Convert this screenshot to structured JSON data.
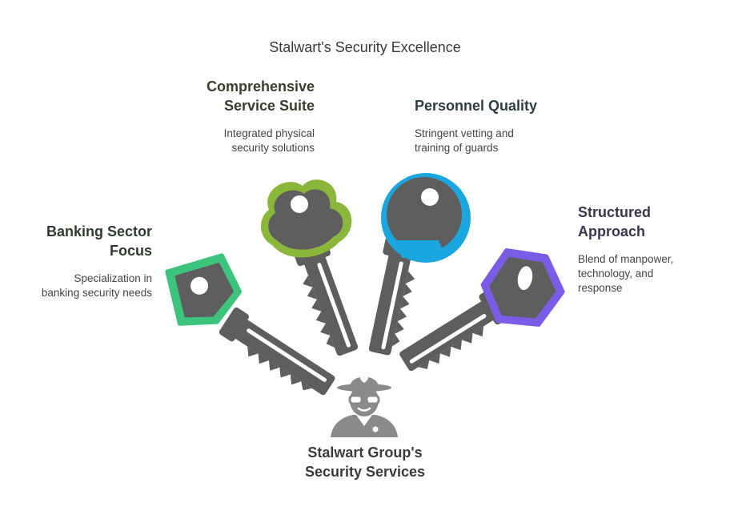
{
  "title": "Stalwart's Security Excellence",
  "center": {
    "line1": "Stalwart Group's",
    "line2": "Security Services",
    "icon": "security-guard-icon"
  },
  "branches": [
    {
      "title_line1": "Banking Sector",
      "title_line2": "Focus",
      "desc_line1": "Specialization in",
      "desc_line2": "banking security needs",
      "color": "#3cc47c",
      "icon": "pentagon-key-icon"
    },
    {
      "title_line1": "Comprehensive",
      "title_line2": "Service Suite",
      "desc_line1": "Integrated physical",
      "desc_line2": "security solutions",
      "color": "#8ab63a",
      "icon": "cloud-key-icon"
    },
    {
      "title_line1": "Personnel Quality",
      "desc_line1": "Stringent vetting and",
      "desc_line2": "training of guards",
      "color": "#1aa6de",
      "icon": "round-key-icon"
    },
    {
      "title_line1": "Structured",
      "title_line2": "Approach",
      "desc_line1": "Blend of manpower,",
      "desc_line2": "technology, and",
      "desc_line3": "response",
      "color": "#7b5ce6",
      "icon": "hexagon-key-icon"
    }
  ]
}
